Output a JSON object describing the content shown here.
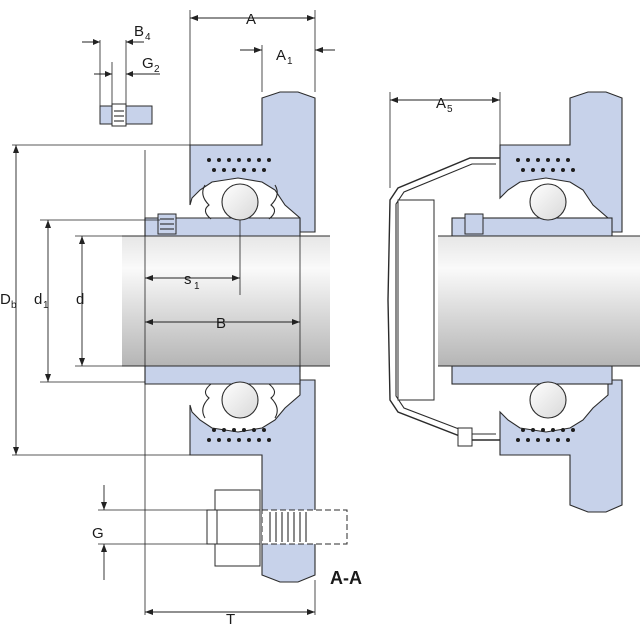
{
  "labels": {
    "A": "A",
    "A1": "A",
    "A1_sub": "1",
    "A5": "A",
    "A5_sub": "5",
    "B4": "B",
    "B4_sub": "4",
    "G2": "G",
    "G2_sub": "2",
    "Db": "D",
    "Db_sub": "b",
    "d1": "d",
    "d1_sub": "1",
    "d": "d",
    "s1": "s",
    "s1_sub": "1",
    "B": "B",
    "G": "G",
    "T": "T",
    "section": "A-A"
  },
  "colors": {
    "housing": "#c7d2ea",
    "shaft_light": "#f4f4f4",
    "shaft_dark": "#bdbdbd",
    "outline": "#2b2b2b"
  }
}
